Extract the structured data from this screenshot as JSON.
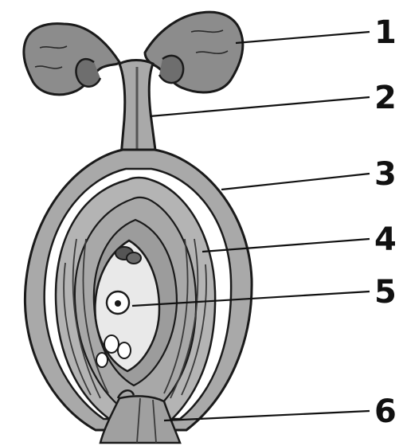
{
  "labels": [
    {
      "id": "1",
      "text": "1"
    },
    {
      "id": "2",
      "text": "2"
    },
    {
      "id": "3",
      "text": "3"
    },
    {
      "id": "4",
      "text": "4"
    },
    {
      "id": "5",
      "text": "5"
    },
    {
      "id": "6",
      "text": "6"
    }
  ],
  "colors": {
    "outline": "#1a1a1a",
    "wall": "#a9a9a9",
    "stigma": "#8c8c8c",
    "integument": "#b4b4b4",
    "nucellus": "#9c9c9c",
    "sac": "#e9e9e9",
    "background": "#ffffff"
  }
}
